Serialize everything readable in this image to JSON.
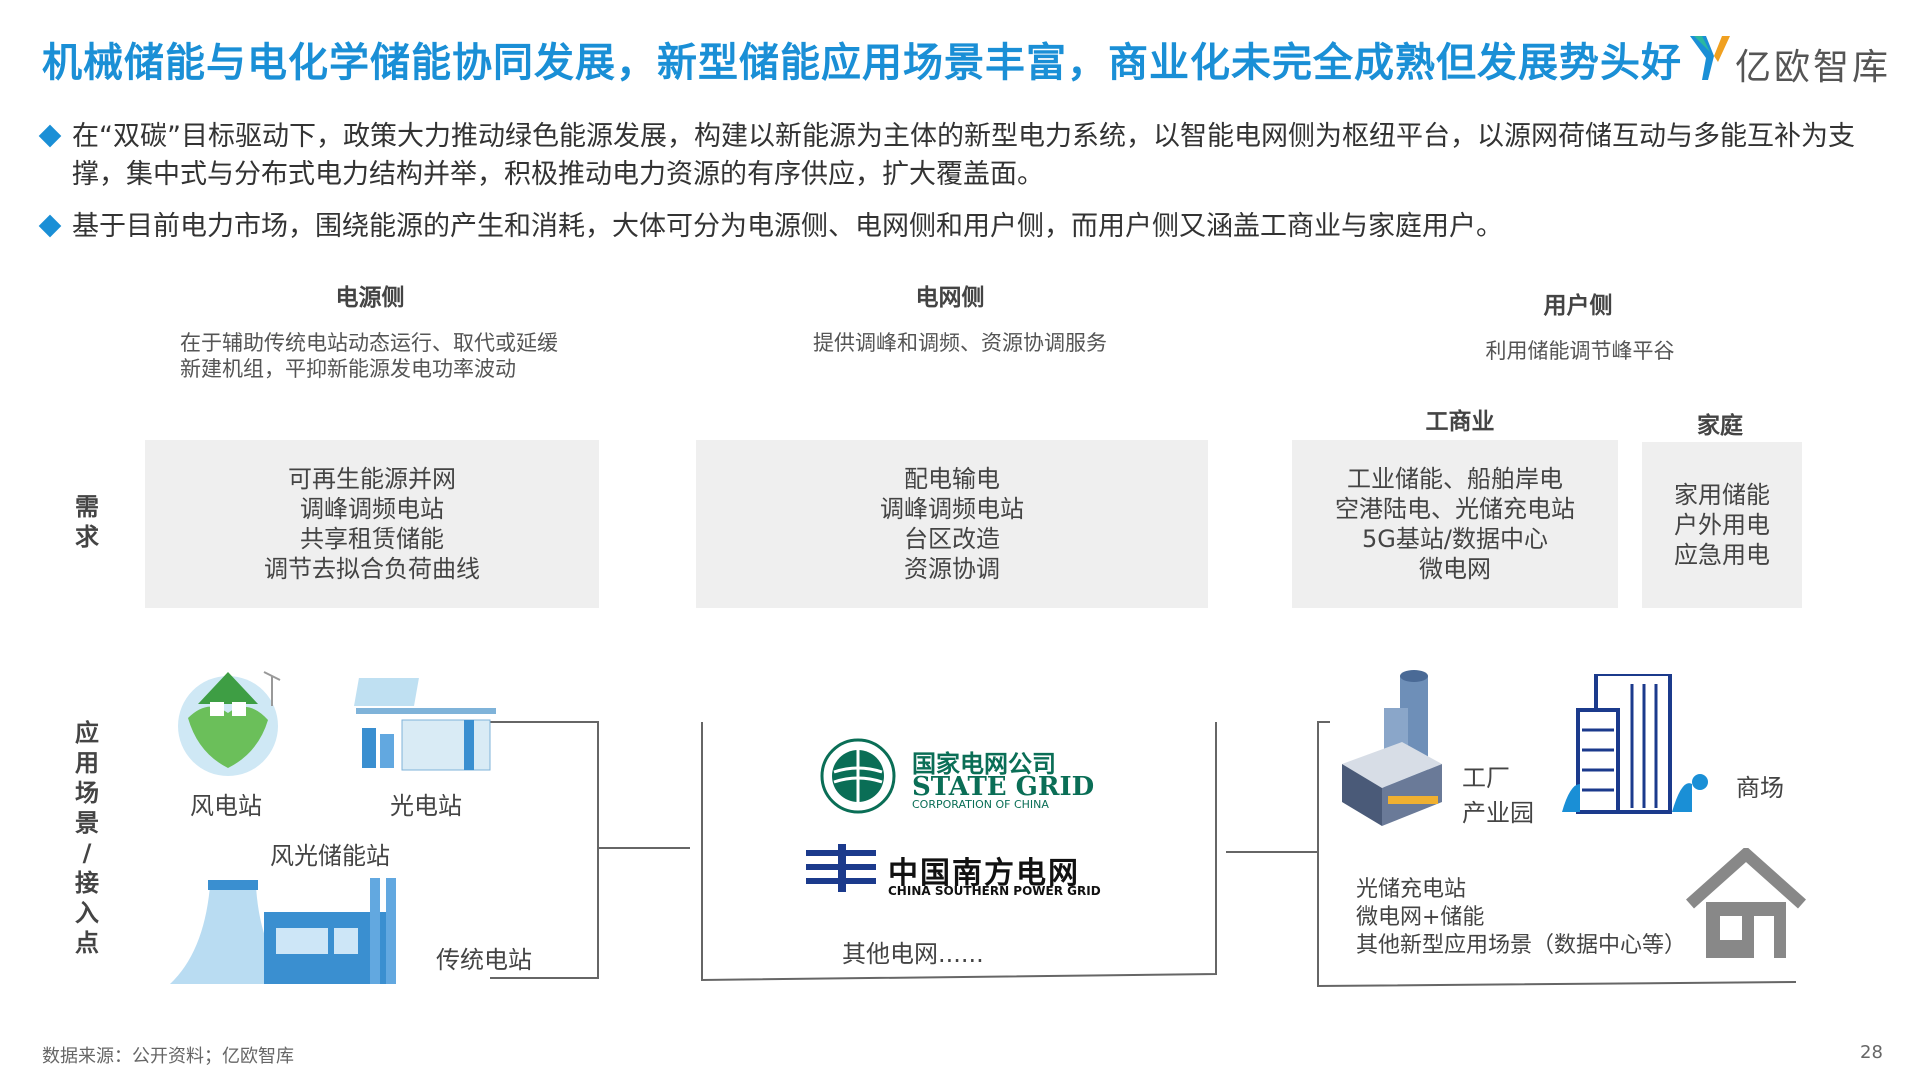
{
  "header": {
    "title": "机械储能与电化学储能协同发展，新型储能应用场景丰富，商业化未完全成熟但发展势头好",
    "logo_text": "亿欧智库"
  },
  "bullets": [
    "在“双碳”目标驱动下，政策大力推动绿色能源发展，构建以新能源为主体的新型电力系统，以智能电网侧为枢纽平台，以源网荷储互动与多能互补为支撑，集中式与分布式电力结构并举，积极推动电力资源的有序供应，扩大覆盖面。",
    "基于目前电力市场，围绕能源的产生和消耗，大体可分为电源侧、电网侧和用户侧，而用户侧又涵盖工商业与家庭用户。"
  ],
  "columns": {
    "source": {
      "title": "电源侧",
      "desc_line1": "在于辅助传统电站动态运行、取代或延缓",
      "desc_line2": "新建机组，平抑新能源发电功率波动",
      "demand": [
        "可再生能源并网",
        "调峰调频电站",
        "共享租赁储能",
        "调节去拟合负荷曲线"
      ],
      "scene_wind": "风电站",
      "scene_solar": "光电站",
      "scene_wind_solar": "风光储能站",
      "scene_traditional": "传统电站"
    },
    "grid": {
      "title": "电网侧",
      "desc": "提供调峰和调频、资源协调服务",
      "demand": [
        "配电输电",
        "调峰调频电站",
        "台区改造",
        "资源协调"
      ],
      "state_grid_cn": "国家电网公司",
      "state_grid_en": "STATE GRID",
      "state_grid_sub": "CORPORATION OF CHINA",
      "csg_cn": "中国南方电网",
      "csg_en": "CHINA SOUTHERN POWER GRID",
      "other": "其他电网......"
    },
    "user": {
      "title": "用户侧",
      "desc": "利用储能调节峰平谷",
      "commercial": {
        "title": "工商业",
        "demand": [
          "工业储能、船舶岸电",
          "空港陆电、光储充电站",
          "5G基站/数据中心",
          "微电网"
        ]
      },
      "household": {
        "title": "家庭",
        "demand": [
          "家用储能",
          "户外用电",
          "应急用电"
        ]
      },
      "scene_factory_1": "工厂",
      "scene_factory_2": "产业园",
      "scene_mall": "商场",
      "scene_list": [
        "光储充电站",
        "微电网+储能",
        "其他新型应用场景（数据中心等）"
      ]
    }
  },
  "side_labels": {
    "demand": [
      "需",
      "求"
    ],
    "scene": [
      "应",
      "用",
      "场",
      "景",
      "/",
      "接",
      "入",
      "点"
    ]
  },
  "footer": {
    "source": "数据来源：公开资料；亿欧智库",
    "page": "28"
  },
  "colors": {
    "accent": "#1a8fd6",
    "box_bg": "#efefef",
    "state_grid_green": "#0a6e56",
    "csg_navy": "#1b3a8c"
  }
}
